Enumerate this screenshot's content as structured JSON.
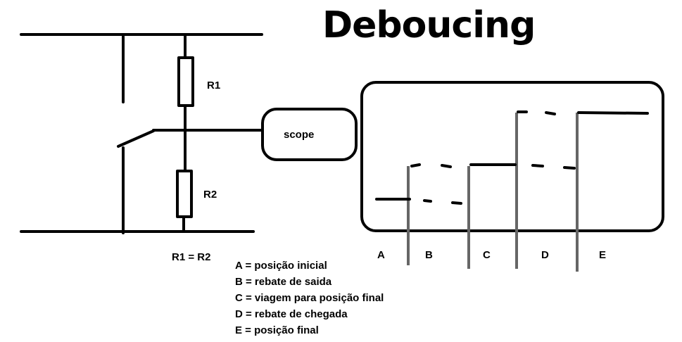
{
  "title": "Deboucing",
  "circuit": {
    "r1_label": "R1",
    "r2_label": "R2",
    "scope_label": "scope",
    "equation": "R1 = R2"
  },
  "waveform": {
    "phases": [
      "A",
      "B",
      "C",
      "D",
      "E"
    ]
  },
  "legend": [
    "A = posição inicial",
    "B = rebate de saida",
    "C = viagem para posição final",
    "D = rebate de chegada",
    "E = posição final"
  ]
}
